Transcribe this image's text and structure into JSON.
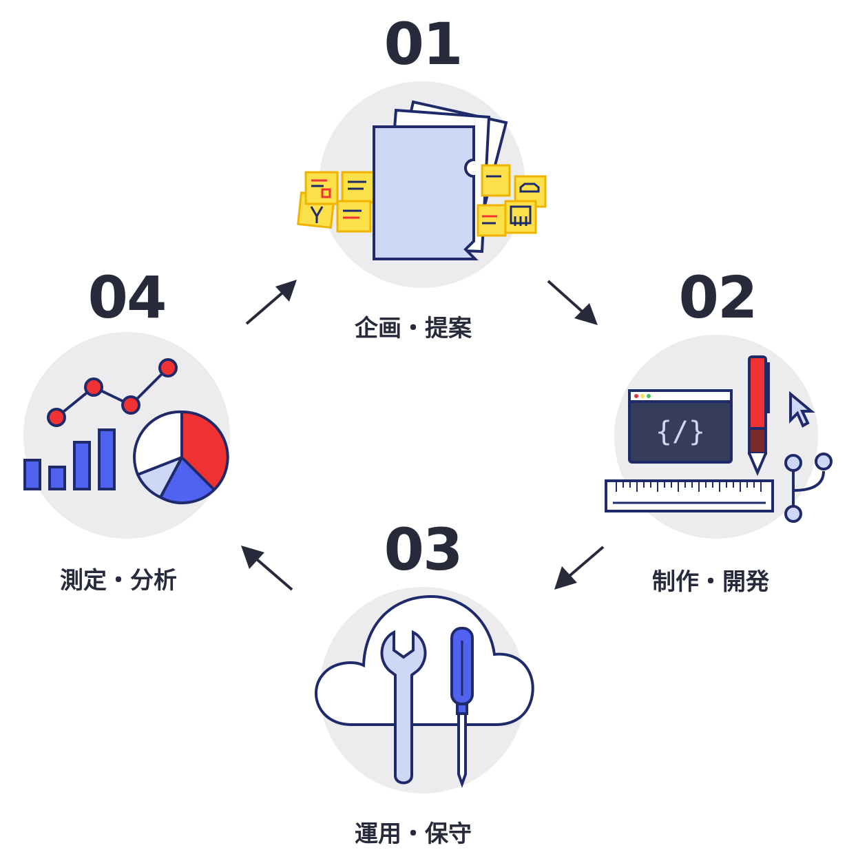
{
  "steps": [
    {
      "number": "01",
      "label": "企画・提案",
      "icon": "folder-with-sticky-notes-icon"
    },
    {
      "number": "02",
      "label": "制作・開発",
      "icon": "code-window-and-ruler-icon"
    },
    {
      "number": "03",
      "label": "運用・保守",
      "icon": "cloud-with-tools-icon"
    },
    {
      "number": "04",
      "label": "測定・分析",
      "icon": "charts-icon"
    }
  ],
  "code_symbol": "{/}",
  "colors": {
    "navy": "#262a3b",
    "outline": "#1f2a6b",
    "circle_bg": "#ececee",
    "blue": "#4f63f0",
    "light_blue": "#cfd7f6",
    "red": "#f03232",
    "yellow": "#fbe04a",
    "yellow_border": "#f0b400",
    "screen": "#363c5c"
  }
}
